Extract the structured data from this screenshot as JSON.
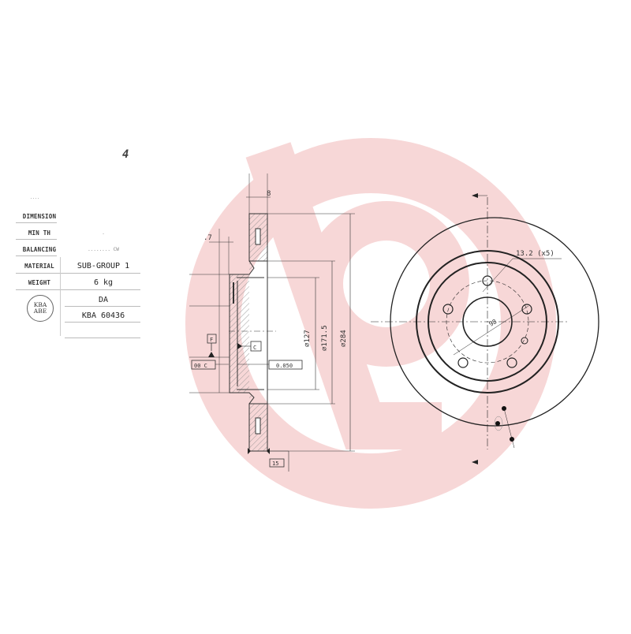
{
  "drawing": {
    "part_number_fragment": "4",
    "watermark_color": "#f6d6d6",
    "line_color": "#333333"
  },
  "spec_table": {
    "header_fragment": "....",
    "rows": [
      {
        "label": "DIMENSION",
        "value": ""
      },
      {
        "label": "MIN TH",
        "value": "."
      },
      {
        "label": "BALANCING",
        "value": "........ CW"
      },
      {
        "label": "MATERIAL",
        "value": "SUB-GROUP 1"
      },
      {
        "label": "WEIGHT",
        "value": "6 kg"
      }
    ],
    "cert_badge": {
      "line1": "KBA",
      "line2": "ABE"
    },
    "cert_code": "DA",
    "cert_number": "KBA 60436"
  },
  "side_view": {
    "dim_thickness": "8",
    "dim_offset": ".7",
    "datum_f": "F",
    "datum_c": "C",
    "tolerance_runout": "00 C",
    "tolerance_flatness": "0.050",
    "tolerance_bottom": "15",
    "diameters": [
      "⌀127",
      "⌀171.5",
      "⌀284"
    ]
  },
  "front_view": {
    "bolt_hole_label": "13.2 (x5)",
    "pcd_label": "98"
  }
}
